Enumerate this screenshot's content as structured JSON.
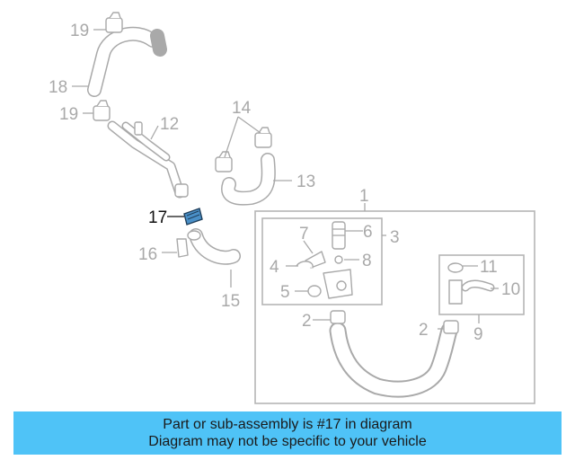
{
  "diagram": {
    "callouts": [
      {
        "id": "1",
        "label": "1"
      },
      {
        "id": "2a",
        "label": "2"
      },
      {
        "id": "2b",
        "label": "2"
      },
      {
        "id": "3",
        "label": "3"
      },
      {
        "id": "4",
        "label": "4"
      },
      {
        "id": "5",
        "label": "5"
      },
      {
        "id": "6",
        "label": "6"
      },
      {
        "id": "7",
        "label": "7"
      },
      {
        "id": "8",
        "label": "8"
      },
      {
        "id": "9",
        "label": "9"
      },
      {
        "id": "10",
        "label": "10"
      },
      {
        "id": "11",
        "label": "11"
      },
      {
        "id": "12",
        "label": "12"
      },
      {
        "id": "13",
        "label": "13"
      },
      {
        "id": "14",
        "label": "14"
      },
      {
        "id": "15",
        "label": "15"
      },
      {
        "id": "16",
        "label": "16"
      },
      {
        "id": "17",
        "label": "17"
      },
      {
        "id": "18",
        "label": "18"
      },
      {
        "id": "19a",
        "label": "19"
      },
      {
        "id": "19b",
        "label": "19"
      }
    ],
    "highlighted_part": "17",
    "highlight_color": "#4a90c8"
  },
  "banner": {
    "line1": "Part or sub-assembly is #17 in diagram",
    "line2": "Diagram may not be specific to your vehicle",
    "background": "#4fc3f7"
  }
}
